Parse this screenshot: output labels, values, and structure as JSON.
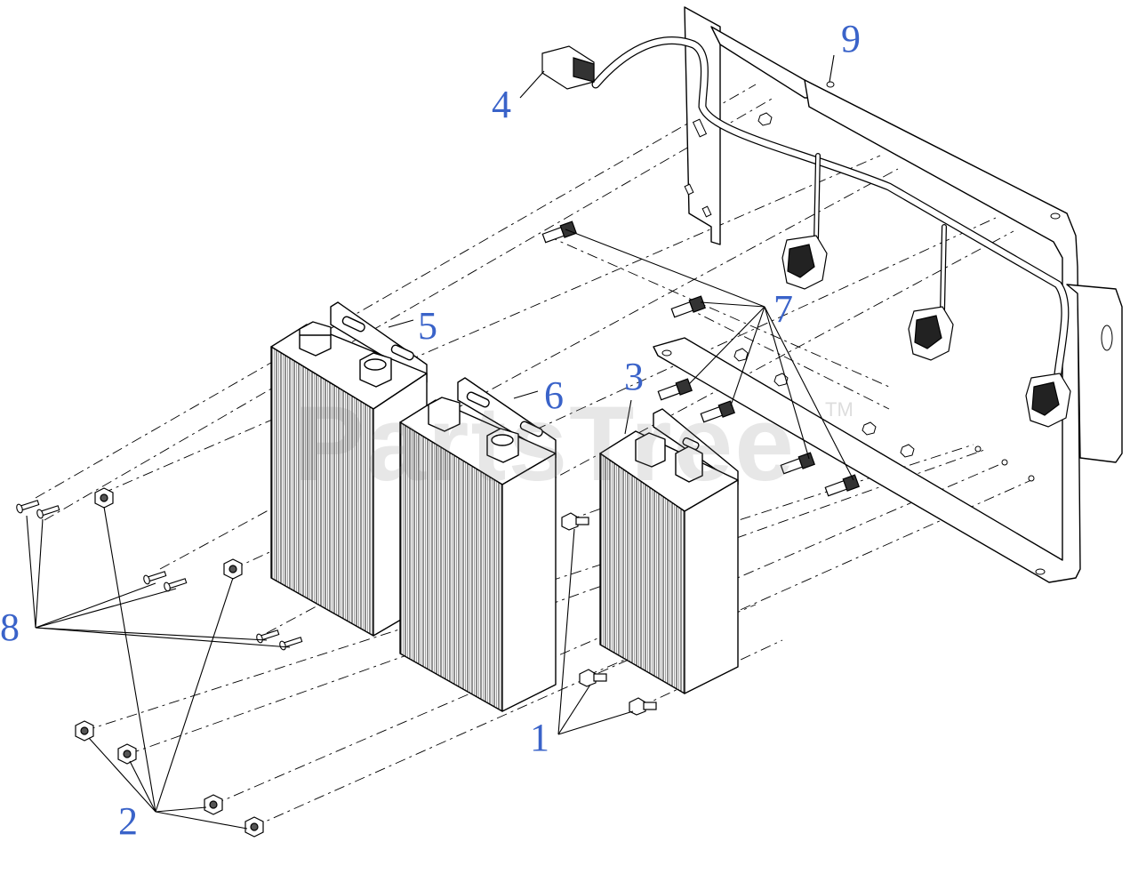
{
  "callouts": {
    "c1": "1",
    "c2": "2",
    "c3": "3",
    "c4": "4",
    "c5": "5",
    "c6": "6",
    "c7": "7",
    "c8": "8",
    "c9": "9"
  },
  "watermark": {
    "text": "PartsTree",
    "tm": "TM"
  },
  "colors": {
    "callout": "#3a63c9",
    "line": "#000000",
    "watermark": "#b5b5b5"
  }
}
